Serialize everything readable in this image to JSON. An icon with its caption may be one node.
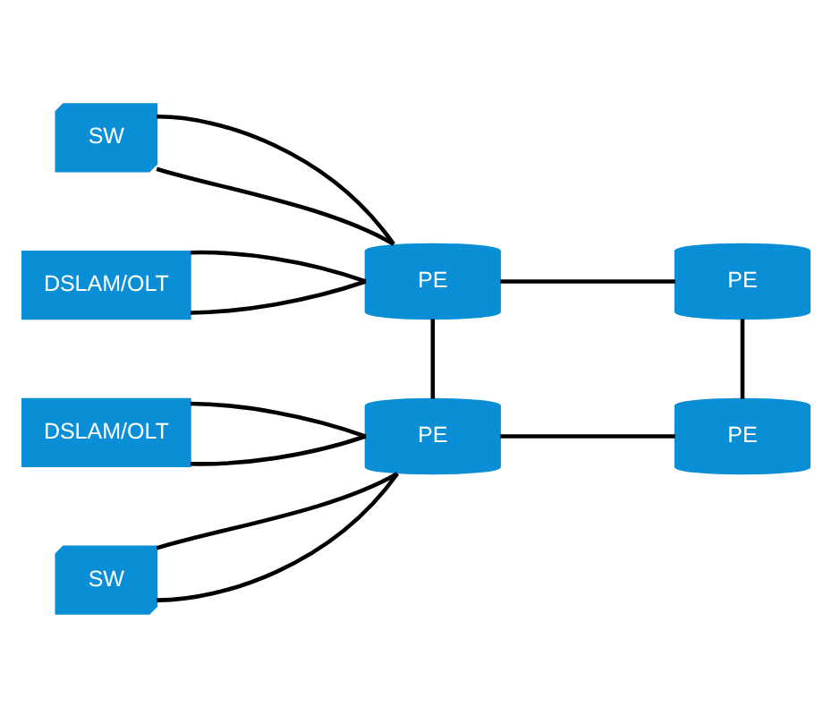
{
  "diagram": {
    "nodes": [
      {
        "text": [
          "SW"
        ]
      },
      {
        "text": [
          "PE"
        ]
      },
      {
        "text": [
          "PE"
        ]
      },
      {
        "text": [
          "DSLAM/OLT"
        ]
      },
      {
        "text": [
          "DSLAM/OLT"
        ]
      },
      {
        "text": [
          "PE"
        ]
      },
      {
        "text": [
          "PE"
        ]
      },
      {
        "text": [
          "SW"
        ]
      }
    ],
    "edges": [
      {
        "from": 0,
        "to": 1,
        "arrow": "none"
      },
      {
        "from": 0,
        "to": 1,
        "arrow": "none"
      },
      {
        "from": 3,
        "to": 1,
        "arrow": "none"
      },
      {
        "from": 3,
        "to": 1,
        "arrow": "none"
      },
      {
        "from": 4,
        "to": 5,
        "arrow": "none"
      },
      {
        "from": 4,
        "to": 5,
        "arrow": "none"
      },
      {
        "from": 7,
        "to": 5,
        "arrow": "none"
      },
      {
        "from": 7,
        "to": 5,
        "arrow": "none"
      },
      {
        "from": 1,
        "to": 2,
        "arrow": "none"
      },
      {
        "from": 1,
        "to": 5,
        "arrow": "none"
      },
      {
        "from": 2,
        "to": 6,
        "arrow": "none"
      },
      {
        "from": 5,
        "to": 6,
        "arrow": "none"
      }
    ]
  }
}
